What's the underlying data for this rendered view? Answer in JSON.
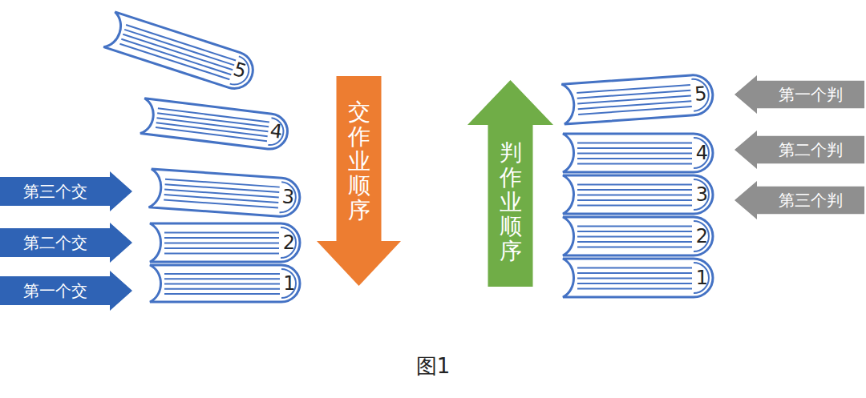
{
  "diagram": {
    "caption": "图1",
    "nodes": [
      {
        "text": [
          "第三个交"
        ]
      },
      {
        "text": [
          "第二个交"
        ]
      },
      {
        "text": [
          "第一个交"
        ]
      },
      {
        "text": [
          "5"
        ]
      },
      {
        "text": [
          "4"
        ]
      },
      {
        "text": [
          "3"
        ]
      },
      {
        "text": [
          "2"
        ]
      },
      {
        "text": [
          "1"
        ]
      },
      {
        "text": [
          "交作业顺序"
        ]
      },
      {
        "text": [
          "判作业顺序"
        ]
      },
      {
        "text": [
          "5"
        ]
      },
      {
        "text": [
          "4"
        ]
      },
      {
        "text": [
          "3"
        ]
      },
      {
        "text": [
          "2"
        ]
      },
      {
        "text": [
          "1"
        ]
      },
      {
        "text": [
          "第一个判"
        ]
      },
      {
        "text": [
          "第二个判"
        ]
      },
      {
        "text": [
          "第三个判"
        ]
      }
    ]
  }
}
